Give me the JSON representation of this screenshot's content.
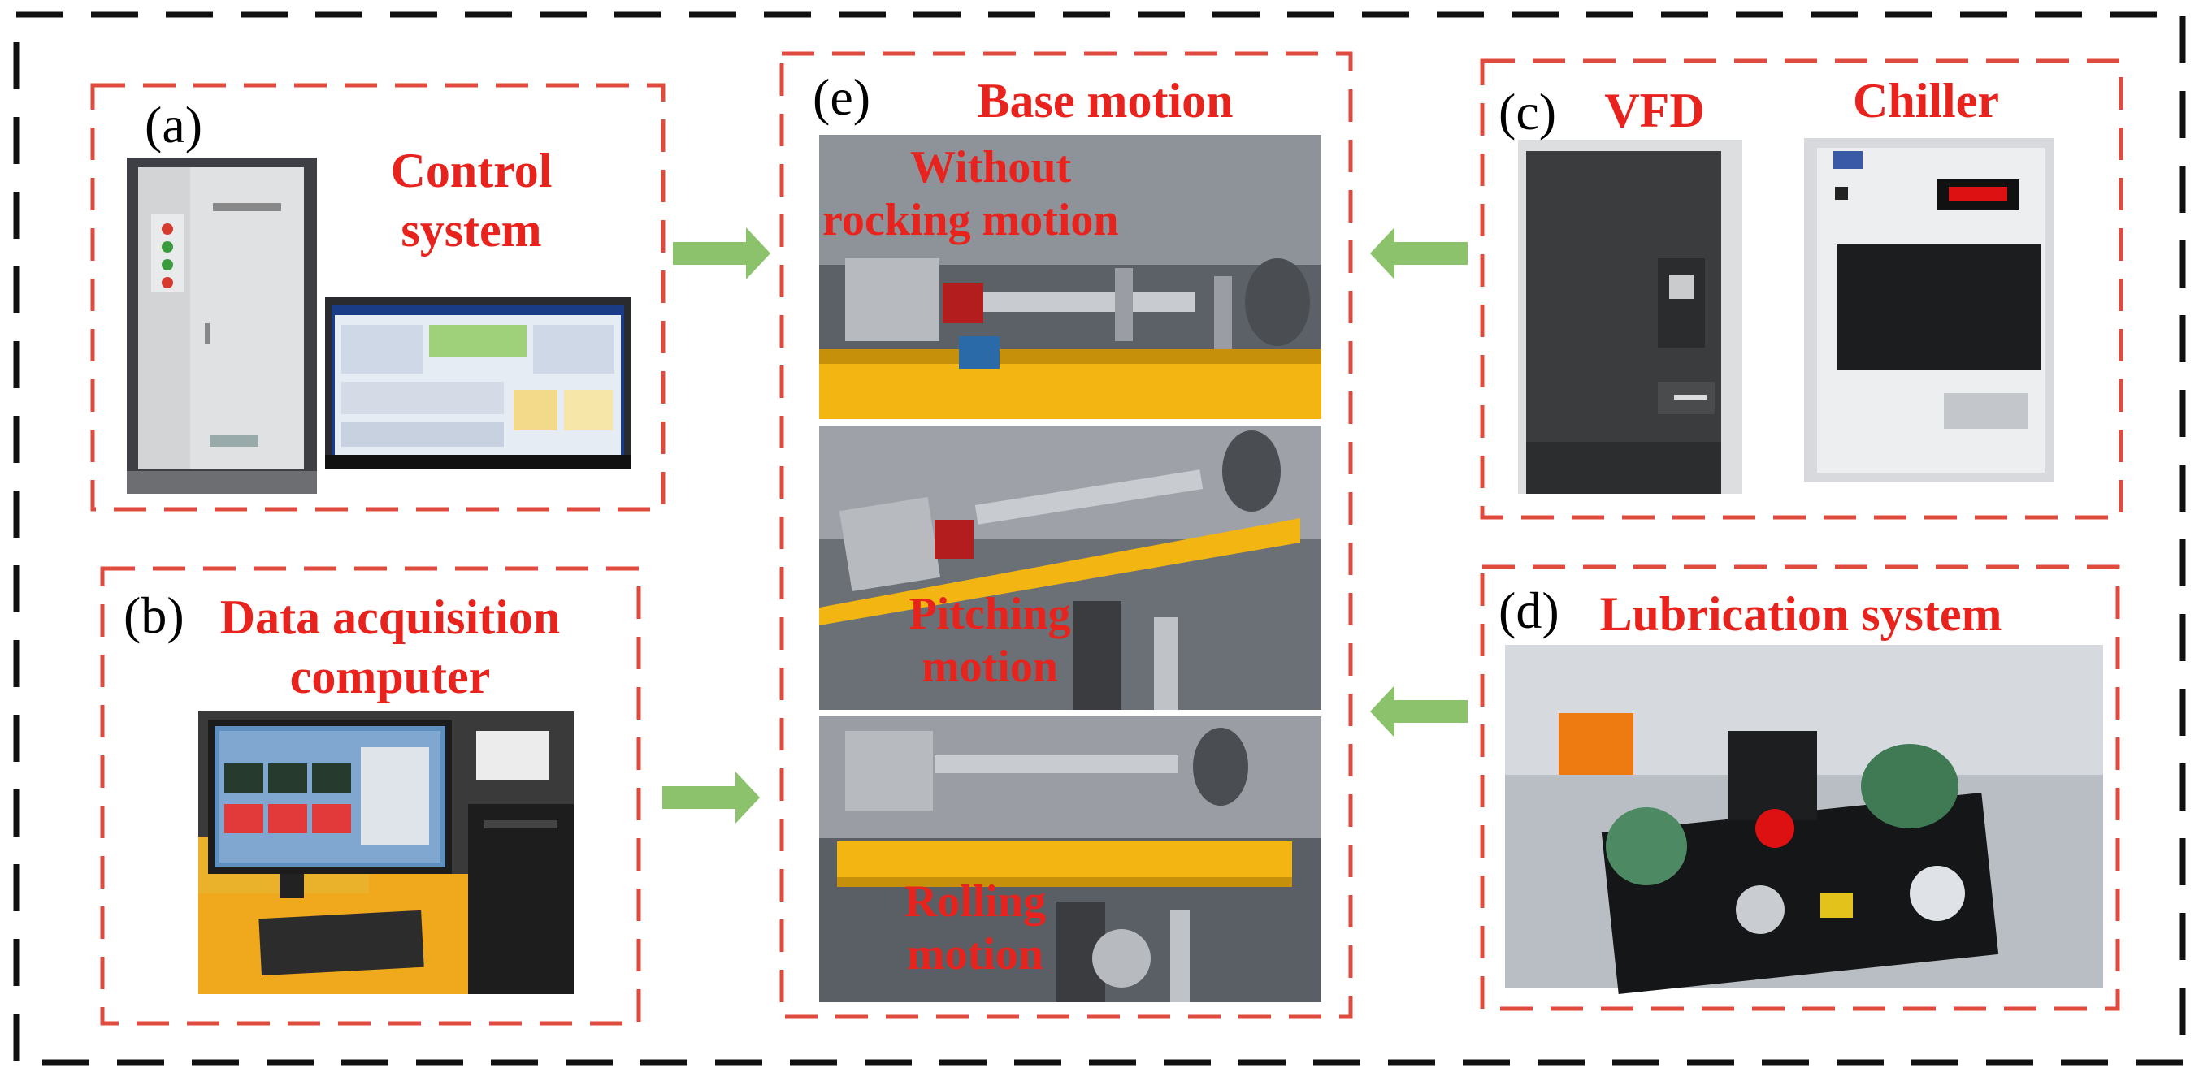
{
  "panels": {
    "a": {
      "label": "(a)",
      "title_line1": "Control",
      "title_line2": "system"
    },
    "b": {
      "label": "(b)",
      "title_line1": "Data acquisition",
      "title_line2": "computer"
    },
    "c": {
      "label": "(c)",
      "title_vfd": "VFD",
      "title_chiller": "Chiller"
    },
    "d": {
      "label": "(d)",
      "title": "Lubrication system"
    },
    "e": {
      "label": "(e)",
      "title": "Base motion",
      "sub1_line1": "Without",
      "sub1_line2": "rocking motion",
      "sub2_line1": "Pitching",
      "sub2_line2": "motion",
      "sub3_line1": "Rolling",
      "sub3_line2": "motion"
    }
  },
  "colors": {
    "outer_dash": "#111111",
    "panel_dash": "#e04b3f",
    "title_red": "#e8231d",
    "arrow_green": "#8cc26b",
    "test_rig_yellow": "#f2b511"
  },
  "icons": [
    "arrow-right-icon",
    "arrow-left-icon"
  ]
}
